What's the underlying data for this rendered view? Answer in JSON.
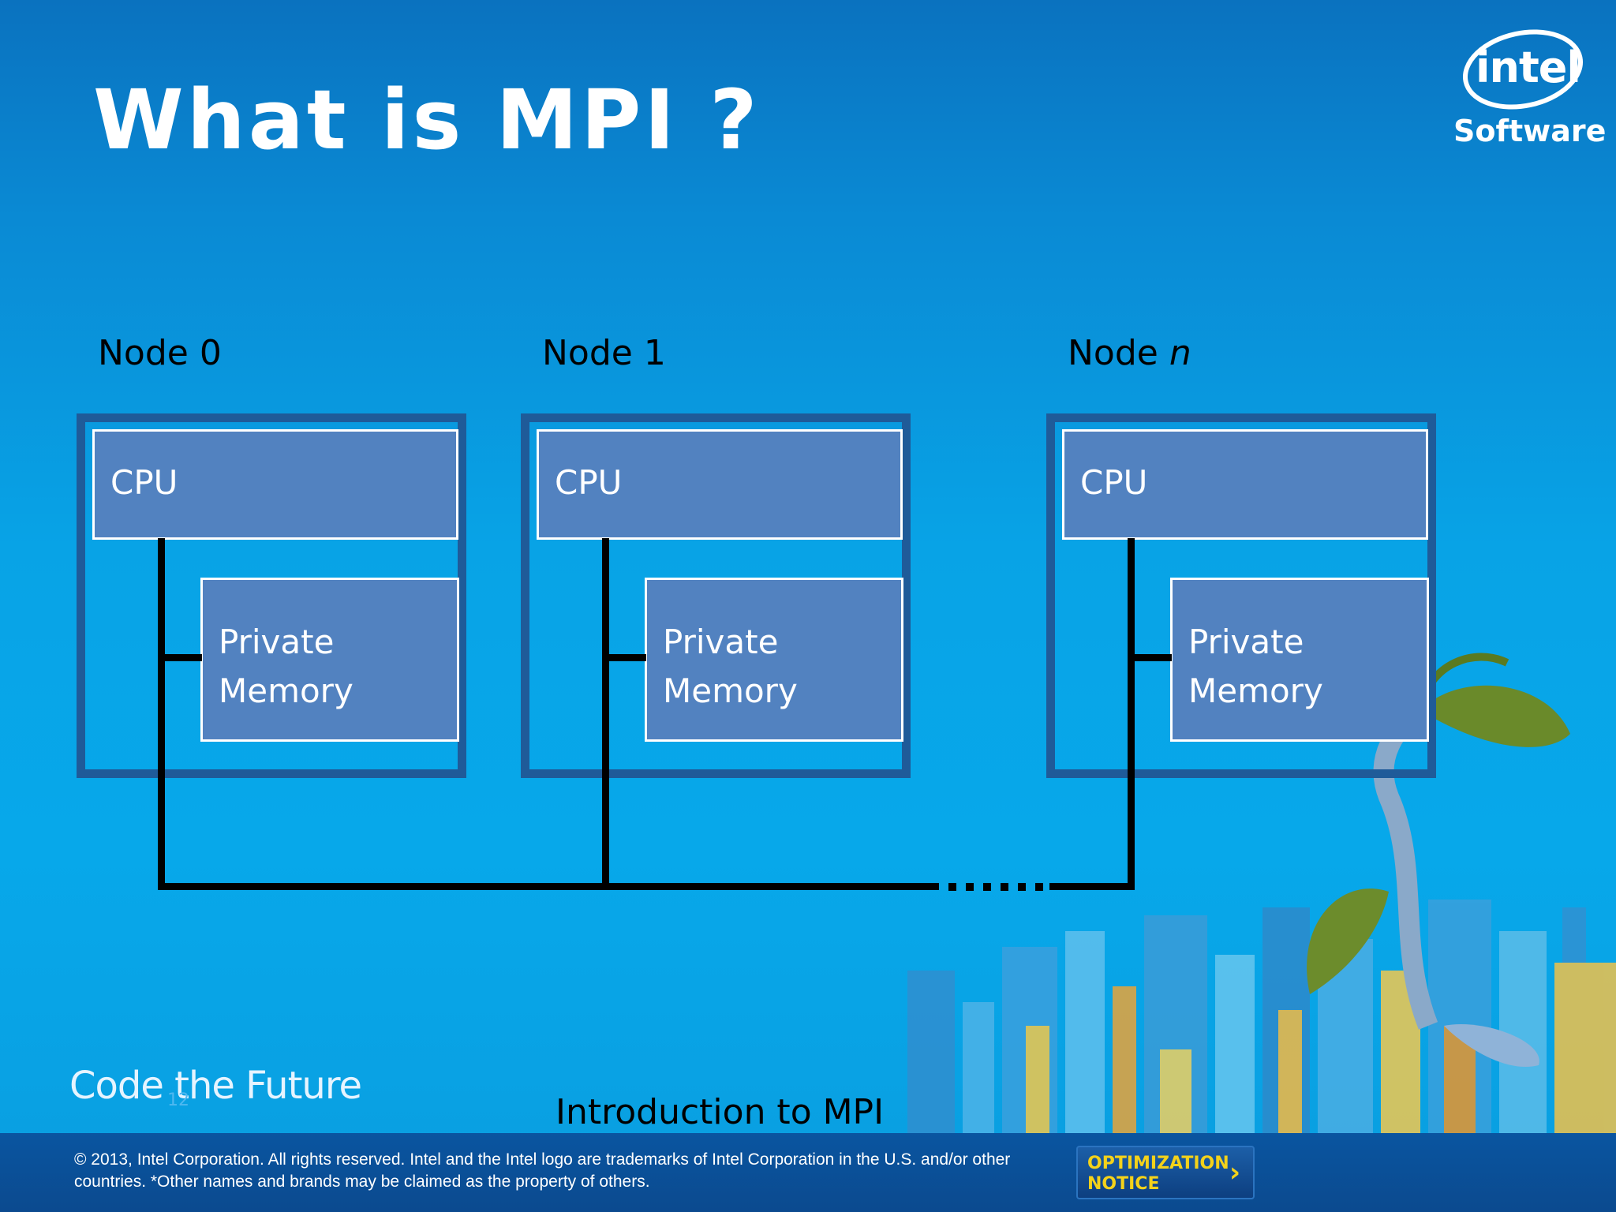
{
  "slide": {
    "title": "What is MPI ?",
    "subtitle": "Introduction to MPI",
    "tagline": "Code the Future",
    "page_number": "12"
  },
  "logo": {
    "word": "intel",
    "sub": "Software"
  },
  "nodes": [
    {
      "label": "Node 0",
      "cpu": "CPU",
      "memory": "Private Memory"
    },
    {
      "label": "Node 1",
      "cpu": "CPU",
      "memory": "Private Memory"
    },
    {
      "label_prefix": "Node ",
      "label_italic": "n",
      "cpu": "CPU",
      "memory": "Private Memory"
    }
  ],
  "footer": {
    "copyright": "© 2013, Intel Corporation. All rights reserved. Intel and the Intel logo are trademarks of Intel Corporation in the U.S. and/or other countries. *Other names and brands may be claimed as the property of others.",
    "optimization_notice": "OPTIMIZATION NOTICE",
    "chevron": "›"
  },
  "colors": {
    "background": "#08a3e6",
    "node_border": "#1f5b99",
    "box_fill": "#5282c0",
    "notice_text": "#f4d21a"
  }
}
